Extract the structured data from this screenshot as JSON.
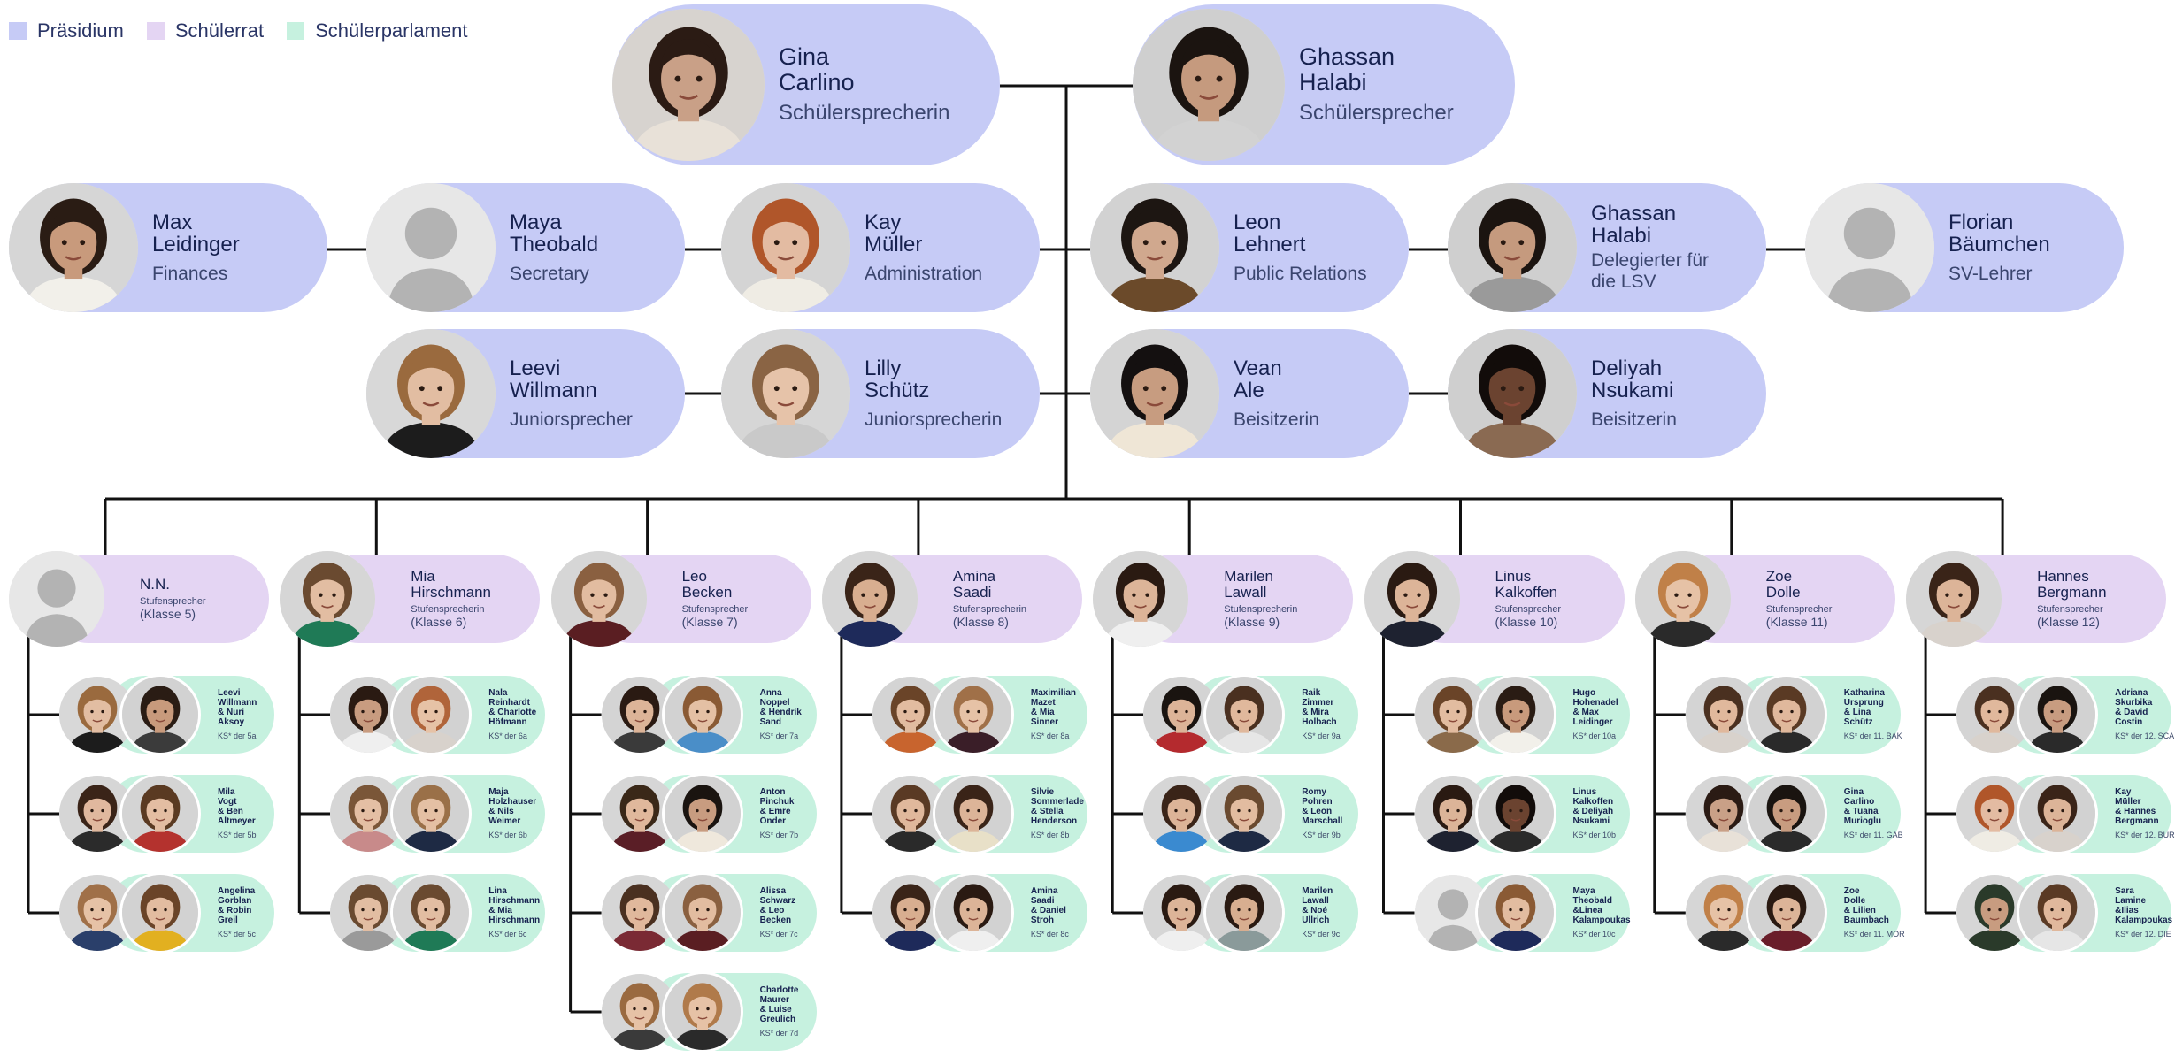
{
  "legend": [
    {
      "label": "Präsidium",
      "color": "#c6cbf6"
    },
    {
      "label": "Schülerrat",
      "color": "#e4d5f3"
    },
    {
      "label": "Schülerparlament",
      "color": "#c6f1df"
    }
  ],
  "colors": {
    "praesidium": "#c6cbf6",
    "schuelerrat": "#e4d5f3",
    "schuelerparlament": "#c6f1df",
    "line": "#111111",
    "text": "#16214f"
  },
  "top": [
    {
      "name": [
        "Gina",
        "Carlino"
      ],
      "role": [
        "Schülersprecherin"
      ],
      "photo": {
        "hair": "#2b1b14",
        "skin": "#c9a087",
        "shirt": "#e8e1d8",
        "bg": "#d7d3cf"
      }
    },
    {
      "name": [
        "Ghassan",
        "Halabi"
      ],
      "role": [
        "Schülersprecher"
      ],
      "photo": {
        "hair": "#1b1410",
        "skin": "#c59a7e",
        "shirt": "#d2d2d2",
        "bg": "#cfcfcf"
      }
    }
  ],
  "row1": [
    {
      "name": [
        "Max",
        "Leidinger"
      ],
      "role": [
        "Finances"
      ],
      "photo": {
        "hair": "#2a1c14",
        "skin": "#c89a7c",
        "shirt": "#f2f0ea",
        "bg": "#d6d6d6"
      }
    },
    {
      "name": [
        "Maya",
        "Theobald"
      ],
      "role": [
        "Secretary"
      ],
      "photo": null
    },
    {
      "name": [
        "Kay",
        "Müller"
      ],
      "role": [
        "Administration"
      ],
      "photo": {
        "hair": "#b0562a",
        "skin": "#e3bba2",
        "shirt": "#efece4",
        "bg": "#d4d4d4"
      }
    },
    {
      "name": [
        "Leon",
        "Lehnert"
      ],
      "role": [
        "Public Relations"
      ],
      "photo": {
        "hair": "#1d1612",
        "skin": "#d0a88e",
        "shirt": "#6b4a2a",
        "bg": "#d2d2d2"
      }
    },
    {
      "name": [
        "Ghassan",
        "Halabi"
      ],
      "role": [
        "Delegierter für",
        "die LSV"
      ],
      "photo": {
        "hair": "#1b1410",
        "skin": "#c59a7e",
        "shirt": "#9a9a9a",
        "bg": "#cfcfcf"
      }
    },
    {
      "name": [
        "Florian",
        "Bäumchen"
      ],
      "role": [
        "SV-Lehrer"
      ],
      "photo": null
    }
  ],
  "row2": [
    {
      "name": [
        "Leevi",
        "Willmann"
      ],
      "role": [
        "Juniorsprecher"
      ],
      "photo": {
        "hair": "#9a6a3e",
        "skin": "#e2bda2",
        "shirt": "#1c1c1c",
        "bg": "#d8d8d8"
      }
    },
    {
      "name": [
        "Lilly",
        "Schütz"
      ],
      "role": [
        "Juniorsprecherin"
      ],
      "photo": {
        "hair": "#8a6444",
        "skin": "#e6c3a9",
        "shirt": "#c9c9c9",
        "bg": "#d6d6d6"
      }
    },
    {
      "name": [
        "Vean",
        "Ale"
      ],
      "role": [
        "Beisitzerin"
      ],
      "photo": {
        "hair": "#141010",
        "skin": "#c79c80",
        "shirt": "#efe6d6",
        "bg": "#d4d4d4"
      }
    },
    {
      "name": [
        "Deliyah",
        "Nsukami"
      ],
      "role": [
        "Beisitzerin"
      ],
      "photo": {
        "hair": "#120c0a",
        "skin": "#6b4330",
        "shirt": "#8a6a52",
        "bg": "#cfcfcf"
      }
    }
  ],
  "columns": [
    {
      "rat": {
        "name": [
          "N.N."
        ],
        "role": "Stufensprecher",
        "klasse": "(Klasse 5)",
        "photo": null
      },
      "items": [
        {
          "names": [
            "Leevi",
            "Willmann",
            "& Nuri",
            "Aksoy"
          ],
          "ks": "KS* der 5a",
          "p1": {
            "hair": "#9a6a3e",
            "skin": "#e2bda2",
            "shirt": "#1c1c1c",
            "bg": "#d8d8d8"
          },
          "p2": {
            "hair": "#2a1c14",
            "skin": "#c89a7c",
            "shirt": "#3b3b3b",
            "bg": "#d2d2d2"
          }
        },
        {
          "names": [
            "Mila",
            "Vogt",
            "& Ben",
            "Altmeyer"
          ],
          "ks": "KS* der 5b",
          "p1": {
            "hair": "#3a2418",
            "skin": "#e0b89e",
            "shirt": "#2b2b2b",
            "bg": "#d6d6d6"
          },
          "p2": {
            "hair": "#5a3a22",
            "skin": "#e3bda2",
            "shirt": "#b4322e",
            "bg": "#d4d4d4"
          }
        },
        {
          "names": [
            "Angelina",
            "Gorblan",
            "& Robin",
            "Greil"
          ],
          "ks": "KS* der 5c",
          "p1": {
            "hair": "#a07048",
            "skin": "#e6c2a6",
            "shirt": "#2a3f6a",
            "bg": "#d6d6d6"
          },
          "p2": {
            "hair": "#6a4428",
            "skin": "#e2bca0",
            "shirt": "#e2b020",
            "bg": "#d2d2d2"
          }
        }
      ]
    },
    {
      "rat": {
        "name": [
          "Mia",
          "Hirschmann"
        ],
        "role": "Stufensprecherin",
        "klasse": "(Klasse 6)",
        "photo": {
          "hair": "#6a4a30",
          "skin": "#e2bda2",
          "shirt": "#1f7a56",
          "bg": "#d6d6d6"
        }
      },
      "items": [
        {
          "names": [
            "Nala",
            "Reinhardt",
            "& Charlotte",
            "Höfmann"
          ],
          "ks": "KS* der 6a",
          "p1": {
            "hair": "#2a1a12",
            "skin": "#c89c80",
            "shirt": "#efefef",
            "bg": "#d4d4d4"
          },
          "p2": {
            "hair": "#b0643a",
            "skin": "#e6c2a6",
            "shirt": "#d8d2cc",
            "bg": "#d2d2d2"
          }
        },
        {
          "names": [
            "Maja",
            "Holzhauser",
            "& Nils",
            "Weimer"
          ],
          "ks": "KS* der 6b",
          "p1": {
            "hair": "#7a5638",
            "skin": "#e4bfa4",
            "shirt": "#c88a8a",
            "bg": "#d6d6d6"
          },
          "p2": {
            "hair": "#9a7048",
            "skin": "#e4c0a4",
            "shirt": "#1e2a44",
            "bg": "#d2d2d2"
          }
        },
        {
          "names": [
            "Lina",
            "Hirschmann",
            "& Mia",
            "Hirschmann"
          ],
          "ks": "KS* der 6c",
          "p1": {
            "hair": "#6a4a30",
            "skin": "#e2bda2",
            "shirt": "#9a9a9a",
            "bg": "#d6d6d6"
          },
          "p2": {
            "hair": "#6a4a30",
            "skin": "#e2bda2",
            "shirt": "#1f7a56",
            "bg": "#d4d4d4"
          }
        }
      ]
    },
    {
      "rat": {
        "name": [
          "Leo",
          "Becken"
        ],
        "role": "Stufensprecher",
        "klasse": "(Klasse 7)",
        "photo": {
          "hair": "#8a6040",
          "skin": "#e2bca0",
          "shirt": "#5a1e22",
          "bg": "#d6d6d6"
        }
      },
      "items": [
        {
          "names": [
            "Anna",
            "Noppel",
            "& Hendrik",
            "Sand"
          ],
          "ks": "KS* der 7a",
          "p1": {
            "hair": "#2a1a12",
            "skin": "#dcb498",
            "shirt": "#3a3a3a",
            "bg": "#d4d4d4"
          },
          "p2": {
            "hair": "#8a5a34",
            "skin": "#e4c0a4",
            "shirt": "#4a8ec8",
            "bg": "#d2d2d2"
          }
        },
        {
          "names": [
            "Anton",
            "Pinchuk",
            "& Emre",
            "Önder"
          ],
          "ks": "KS* der 7b",
          "p1": {
            "hair": "#3a2818",
            "skin": "#e0b89c",
            "shirt": "#5a1e26",
            "bg": "#d6d6d6"
          },
          "p2": {
            "hair": "#1a1410",
            "skin": "#c89c80",
            "shirt": "#efe8dc",
            "bg": "#d2d2d2"
          }
        },
        {
          "names": [
            "Alissa",
            "Schwarz",
            "& Leo",
            "Becken"
          ],
          "ks": "KS* der 7c",
          "p1": {
            "hair": "#4a3020",
            "skin": "#e0b89c",
            "shirt": "#7a2a34",
            "bg": "#d6d6d6"
          },
          "p2": {
            "hair": "#8a6040",
            "skin": "#e2bca0",
            "shirt": "#5a1e22",
            "bg": "#d2d2d2"
          }
        },
        {
          "names": [
            "Charlotte",
            "Maurer",
            "& Luise",
            "Greulich"
          ],
          "ks": "KS* der 7d",
          "p1": {
            "hair": "#9a6a40",
            "skin": "#e6c2a6",
            "shirt": "#3a3a3a",
            "bg": "#d6d6d6"
          },
          "p2": {
            "hair": "#b07a4a",
            "skin": "#e6c2a6",
            "shirt": "#2a2a2a",
            "bg": "#d2d2d2"
          }
        }
      ]
    },
    {
      "rat": {
        "name": [
          "Amina",
          "Saadi"
        ],
        "role": "Stufensprecherin",
        "klasse": "(Klasse 8)",
        "photo": {
          "hair": "#3a2418",
          "skin": "#d8ae90",
          "shirt": "#1e2a5a",
          "bg": "#d6d6d6"
        }
      },
      "items": [
        {
          "names": [
            "Maximilian",
            "Mazet",
            "& Mia",
            "Sinner"
          ],
          "ks": "KS* der 8a",
          "p1": {
            "hair": "#6a4428",
            "skin": "#e2bca0",
            "shirt": "#c8642e",
            "bg": "#d4d4d4"
          },
          "p2": {
            "hair": "#a07048",
            "skin": "#e6c2a6",
            "shirt": "#3a1e28",
            "bg": "#d2d2d2"
          }
        },
        {
          "names": [
            "Silvie",
            "Sommerlade",
            "& Stella",
            "Henderson"
          ],
          "ks": "KS* der 8b",
          "p1": {
            "hair": "#5a3a24",
            "skin": "#e0b89c",
            "shirt": "#2a2a2a",
            "bg": "#d6d6d6"
          },
          "p2": {
            "hair": "#3a2418",
            "skin": "#dcb498",
            "shirt": "#e8e0c8",
            "bg": "#d2d2d2"
          }
        },
        {
          "names": [
            "Amina",
            "Saadi",
            "& Daniel",
            "Stroh"
          ],
          "ks": "KS* der 8c",
          "p1": {
            "hair": "#3a2418",
            "skin": "#d8ae90",
            "shirt": "#1e2a5a",
            "bg": "#d6d6d6"
          },
          "p2": {
            "hair": "#2a1a12",
            "skin": "#dcb498",
            "shirt": "#efefef",
            "bg": "#d2d2d2"
          }
        }
      ]
    },
    {
      "rat": {
        "name": [
          "Marilen",
          "Lawall"
        ],
        "role": "Stufensprecherin",
        "klasse": "(Klasse 9)",
        "photo": {
          "hair": "#2a1a12",
          "skin": "#dcb498",
          "shirt": "#efefef",
          "bg": "#d6d6d6"
        }
      },
      "items": [
        {
          "names": [
            "Raik",
            "Zimmer",
            "& Mira",
            "Holbach"
          ],
          "ks": "KS* der 9a",
          "p1": {
            "hair": "#1a1410",
            "skin": "#dcb498",
            "shirt": "#b42a2e",
            "bg": "#d4d4d4"
          },
          "p2": {
            "hair": "#4a3020",
            "skin": "#e0b89c",
            "shirt": "#e6e6e6",
            "bg": "#d2d2d2"
          }
        },
        {
          "names": [
            "Romy",
            "Pohren",
            "& Leon",
            "Marschall"
          ],
          "ks": "KS* der 9b",
          "p1": {
            "hair": "#3a2418",
            "skin": "#dcb498",
            "shirt": "#3a8ad0",
            "bg": "#d6d6d6"
          },
          "p2": {
            "hair": "#6a4a30",
            "skin": "#e2bca0",
            "shirt": "#1e2a44",
            "bg": "#d2d2d2"
          }
        },
        {
          "names": [
            "Marilen",
            "Lawall",
            "& Noé",
            "Ullrich"
          ],
          "ks": "KS* der 9c",
          "p1": {
            "hair": "#2a1a12",
            "skin": "#dcb498",
            "shirt": "#efefef",
            "bg": "#d6d6d6"
          },
          "p2": {
            "hair": "#2a1a12",
            "skin": "#d8ae90",
            "shirt": "#8a9a9a",
            "bg": "#d2d2d2"
          }
        }
      ]
    },
    {
      "rat": {
        "name": [
          "Linus",
          "Kalkoffen"
        ],
        "role": "Stufensprecher",
        "klasse": "(Klasse 10)",
        "photo": {
          "hair": "#2a1a12",
          "skin": "#dcb498",
          "shirt": "#1e2230",
          "bg": "#d6d6d6"
        }
      },
      "items": [
        {
          "names": [
            "Hugo",
            "Hohenadel",
            "& Max",
            "Leidinger"
          ],
          "ks": "KS* der 10a",
          "p1": {
            "hair": "#6a4428",
            "skin": "#e2bca0",
            "shirt": "#8a6a4a",
            "bg": "#d4d4d4"
          },
          "p2": {
            "hair": "#2a1c14",
            "skin": "#c89a7c",
            "shirt": "#f2f0ea",
            "bg": "#d2d2d2"
          }
        },
        {
          "names": [
            "Linus",
            "Kalkoffen",
            "& Deliyah",
            "Nsukami"
          ],
          "ks": "KS* der 10b",
          "p1": {
            "hair": "#2a1a12",
            "skin": "#dcb498",
            "shirt": "#1e2230",
            "bg": "#d6d6d6"
          },
          "p2": {
            "hair": "#120c0a",
            "skin": "#6b4330",
            "shirt": "#2a2a2a",
            "bg": "#d2d2d2"
          }
        },
        {
          "names": [
            "Maya",
            "Theobald",
            "&Linea",
            "Kalampoukas"
          ],
          "ks": "KS* der 10c",
          "p1": null,
          "p2": {
            "hair": "#8a5a34",
            "skin": "#e2bca0",
            "shirt": "#1e2a5a",
            "bg": "#d2d2d2"
          }
        }
      ]
    },
    {
      "rat": {
        "name": [
          "Zoe",
          "Dolle"
        ],
        "role": "Stufensprecher",
        "klasse": "(Klasse 11)",
        "photo": {
          "hair": "#c08048",
          "skin": "#e6c2a6",
          "shirt": "#2a2a2a",
          "bg": "#d6d6d6"
        }
      },
      "items": [
        {
          "names": [
            "Katharina",
            "Ursprung",
            "& Lina",
            "Schütz"
          ],
          "ks": "KS* der 11. BAK",
          "p1": {
            "hair": "#4a3020",
            "skin": "#e0b89c",
            "shirt": "#d8d2cc",
            "bg": "#d4d4d4"
          },
          "p2": {
            "hair": "#5a3a24",
            "skin": "#e0b89c",
            "shirt": "#2a2a2a",
            "bg": "#d2d2d2"
          }
        },
        {
          "names": [
            "Gina",
            "Carlino",
            "& Tuana",
            "Murioglu"
          ],
          "ks": "KS* der 11. GAB",
          "p1": {
            "hair": "#2b1b14",
            "skin": "#c9a087",
            "shirt": "#e8e1d8",
            "bg": "#d6d6d6"
          },
          "p2": {
            "hair": "#1a1410",
            "skin": "#c89c80",
            "shirt": "#2a2a2a",
            "bg": "#d2d2d2"
          }
        },
        {
          "names": [
            "Zoe",
            "Dolle",
            "& Lilien",
            "Baumbach"
          ],
          "ks": "KS* der 11. MOR",
          "p1": {
            "hair": "#c08048",
            "skin": "#e6c2a6",
            "shirt": "#2a2a2a",
            "bg": "#d6d6d6"
          },
          "p2": {
            "hair": "#2a1a12",
            "skin": "#dcb498",
            "shirt": "#6a1e2a",
            "bg": "#d2d2d2"
          }
        }
      ]
    },
    {
      "rat": {
        "name": [
          "Hannes",
          "Bergmann"
        ],
        "role": "Stufensprecher",
        "klasse": "(Klasse 12)",
        "photo": {
          "hair": "#3a2418",
          "skin": "#dcb498",
          "shirt": "#d8d2cc",
          "bg": "#d6d6d6"
        }
      },
      "items": [
        {
          "names": [
            "Adriana",
            "Skurbika",
            "& David",
            "Costin"
          ],
          "ks": "KS* der 12. SCA",
          "p1": {
            "hair": "#4a3020",
            "skin": "#e0b89c",
            "shirt": "#d8d2cc",
            "bg": "#d4d4d4"
          },
          "p2": {
            "hair": "#1a1410",
            "skin": "#c89c80",
            "shirt": "#2a2a2a",
            "bg": "#d2d2d2"
          }
        },
        {
          "names": [
            "Kay",
            "Müller",
            "& Hannes",
            "Bergmann"
          ],
          "ks": "KS* der 12. BUR",
          "p1": {
            "hair": "#b0562a",
            "skin": "#e3bba2",
            "shirt": "#efece4",
            "bg": "#d6d6d6"
          },
          "p2": {
            "hair": "#3a2418",
            "skin": "#dcb498",
            "shirt": "#d8d2cc",
            "bg": "#d2d2d2"
          }
        },
        {
          "names": [
            "Sara",
            "Lamine",
            "&Ilias",
            "Kalampoukas"
          ],
          "ks": "KS* der 12. DIE",
          "p1": {
            "hair": "#2a3a2a",
            "skin": "#c89c80",
            "shirt": "#2a3a2a",
            "bg": "#d6d6d6"
          },
          "p2": {
            "hair": "#5a3a24",
            "skin": "#e0b89c",
            "shirt": "#e6e6e6",
            "bg": "#d2d2d2"
          }
        }
      ]
    }
  ]
}
